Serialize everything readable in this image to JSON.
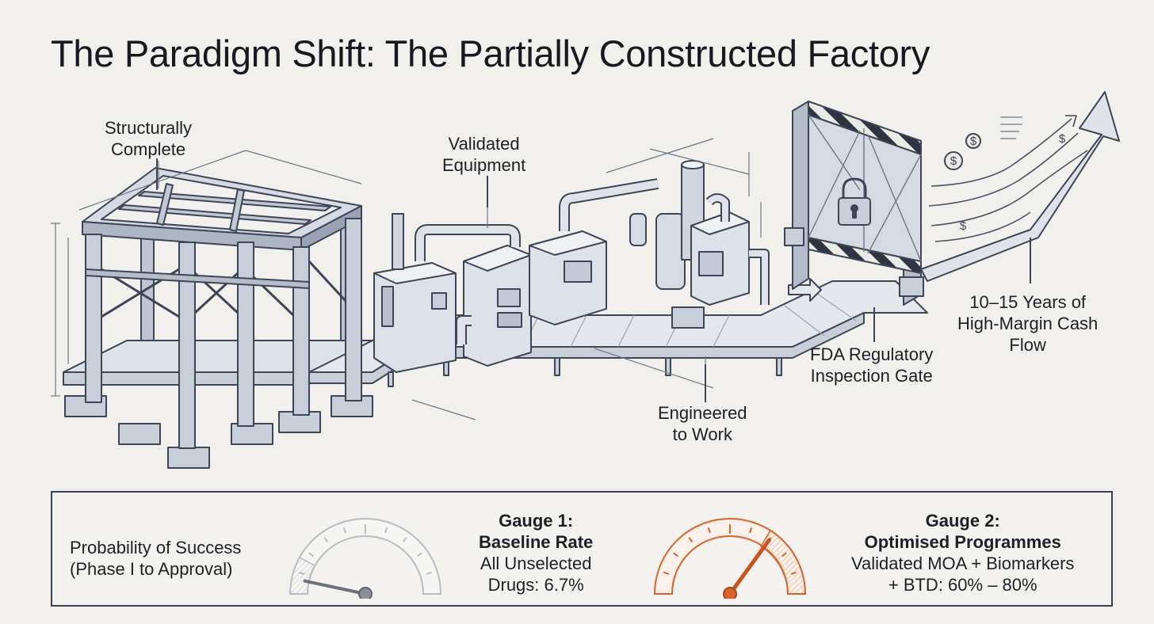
{
  "title": "The Paradigm Shift: The Partially Constructed Factory",
  "labels": {
    "structural_l1": "Structurally",
    "structural_l2": "Complete",
    "equipment_l1": "Validated",
    "equipment_l2": "Equipment",
    "engineered_l1": "Engineered",
    "engineered_l2": "to Work",
    "fda_l1": "FDA Regulatory",
    "fda_l2": "Inspection Gate",
    "cash_l1": "10–15 Years of",
    "cash_l2": "High-Margin Cash",
    "cash_l3": "Flow"
  },
  "panel": {
    "pos_l1": "Probability of Success",
    "pos_l2": "(Phase I to Approval)",
    "g1_title_l1": "Gauge 1:",
    "g1_title_l2": "Baseline Rate",
    "g1_desc_l1": "All Unselected",
    "g1_desc_l2": "Drugs: 6.7%",
    "g2_title_l1": "Gauge 2:",
    "g2_title_l2": "Optimised Programmes",
    "g2_desc_l1": "Validated MOA + Biomarkers",
    "g2_desc_l2": "+ BTD: 60% – 80%"
  },
  "gauges": [
    {
      "name": "baseline",
      "value_fraction": 0.067,
      "color": "#6c717c"
    },
    {
      "name": "optimised",
      "value_fraction": 0.7,
      "color": "#d9622a"
    }
  ],
  "colors": {
    "ink": "#3d4556",
    "steel": "#c9cfd9",
    "accent": "#d9622a"
  }
}
